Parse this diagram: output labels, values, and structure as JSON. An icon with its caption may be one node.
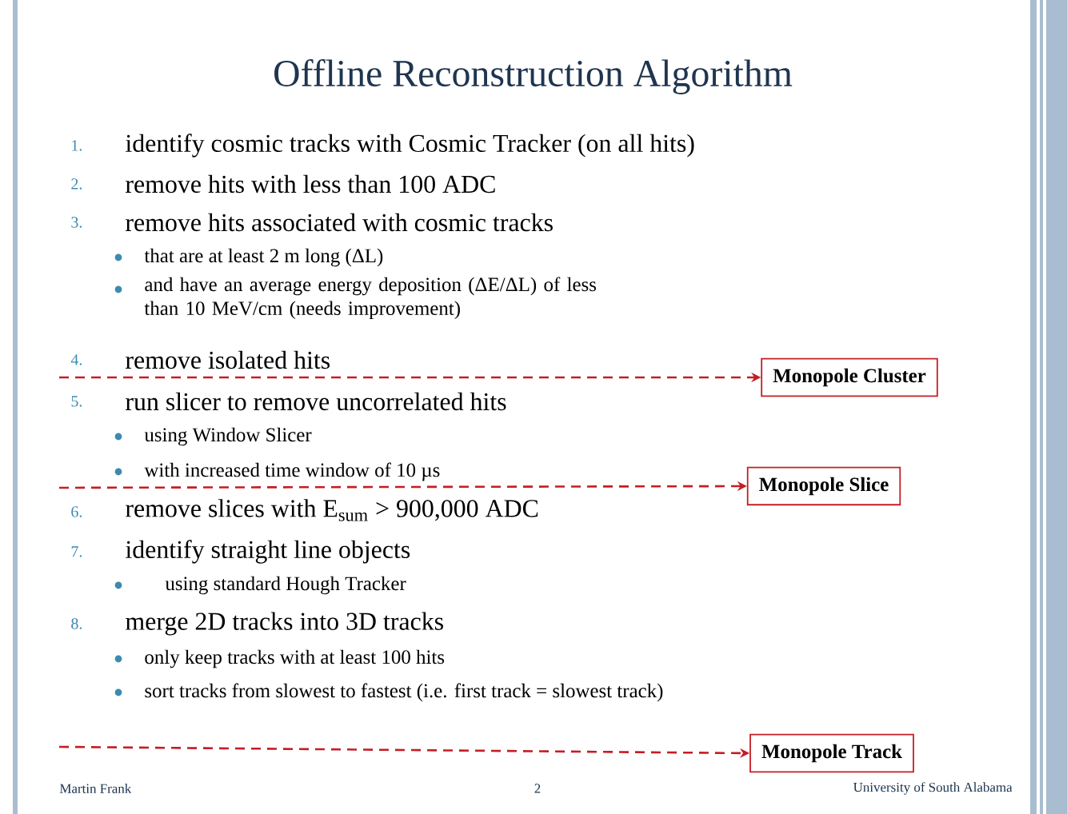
{
  "diagram": {
    "title": "Offline Reconstruction Algorithm",
    "nodes": [
      {
        "text": [
          "Monopole Cluster"
        ]
      },
      {
        "text": [
          "Monopole Slice"
        ]
      },
      {
        "text": [
          "Monopole Track"
        ]
      }
    ],
    "edges": [
      {
        "from": null,
        "to": 0,
        "arrow": "to",
        "style": "dashed"
      },
      {
        "from": null,
        "to": 1,
        "arrow": "to",
        "style": "dashed"
      },
      {
        "from": null,
        "to": 2,
        "arrow": "to",
        "style": "dashed"
      }
    ],
    "labels": [
      "1.",
      "identify cosmic tracks with Cosmic Tracker (on all hits)",
      "2.",
      "remove hits with less than 100 ADC",
      "3.",
      "remove hits associated with cosmic tracks",
      "that are at least 2 m long (ΔL)",
      "and have an average energy deposition (ΔE/ΔL) of less than 10 MeV/cm (needs improvement)",
      "4.",
      "remove isolated hits",
      "5.",
      "run slicer to remove uncorrelated hits",
      "using Window Slicer",
      "with increased time window of 10 µs",
      "6.",
      "remove slices with E$_{sum}$ > 900,000 ADC",
      "7.",
      "identify straight line objects",
      "using standard Hough Tracker",
      "8.",
      "merge 2D tracks into 3D tracks",
      "only keep tracks with at least 100 hits",
      "sort tracks from slowest to fastest (i.e. first track = slowest track)",
      "Martin Frank",
      "2",
      "University of South Alabama"
    ]
  }
}
